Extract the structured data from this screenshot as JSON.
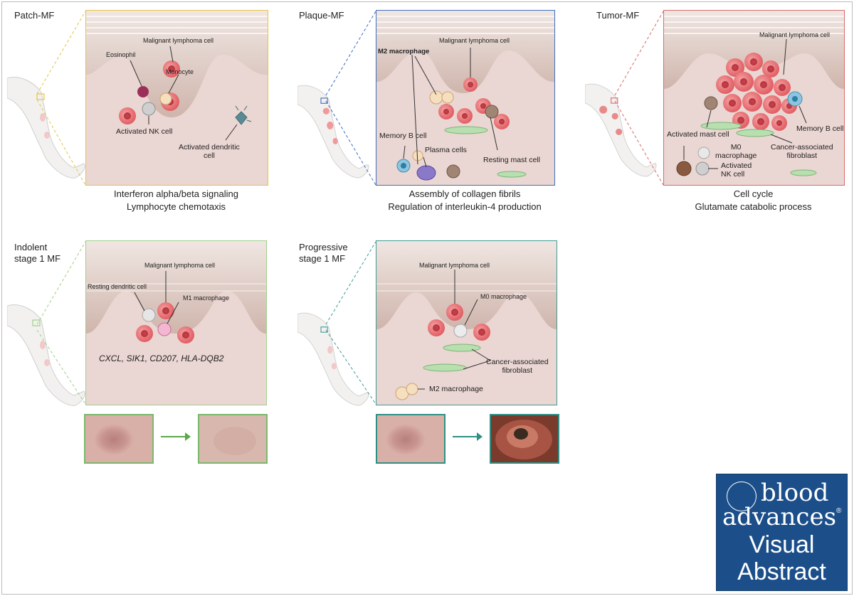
{
  "panels": {
    "patch": {
      "title": "Patch-MF",
      "caption": "Interferon alpha/beta signaling\nLymphocyte chemotaxis",
      "labels": {
        "malignant": "Malignant lymphoma cell",
        "eosinophil": "Eosinophil",
        "monocyte": "Monocyte",
        "nk": "Activated NK cell",
        "dendritic": "Activated dendritic\ncell"
      }
    },
    "plaque": {
      "title": "Plaque-MF",
      "caption": "Assembly of collagen fibrils\nRegulation of interleukin-4 production",
      "labels": {
        "m2": "M2 macrophage",
        "malignant": "Malignant lymphoma cell",
        "memory_b": "Memory B cell",
        "plasma": "Plasma cells",
        "resting_mast": "Resting mast cell"
      }
    },
    "tumor": {
      "title": "Tumor-MF",
      "caption": "Cell cycle\nGlutamate catabolic process",
      "labels": {
        "malignant": "Malignant lymphoma cell",
        "mast": "Activated mast cell",
        "memory_b": "Memory B cell",
        "caf": "Cancer-associated\nfibroblast",
        "m0": "M0\nmacrophage",
        "nk": "Activated\nNK cell"
      }
    },
    "indolent": {
      "title": "Indolent\nstage 1 MF",
      "genes": "CXCL, SIK1, CD207, HLA-DQB2",
      "labels": {
        "malignant": "Malignant lymphoma cell",
        "resting_dc": "Resting dendritic cell",
        "m1": "M1 macrophage"
      }
    },
    "progressive": {
      "title": "Progressive\nstage 1 MF",
      "labels": {
        "malignant": "Malignant lymphoma cell",
        "m0": "M0 macrophage",
        "caf": "Cancer-associated\nfibroblast",
        "m2": "M2 macrophage"
      }
    }
  },
  "logo": {
    "line1": "blood",
    "line2": "advances",
    "line3": "Visual",
    "line4": "Abstract",
    "registered": "®"
  },
  "colors": {
    "patch_border": "#e3c54a",
    "plaque_border": "#3f6fbf",
    "tumor_border": "#d86b6b",
    "indolent_border": "#9fd08a",
    "progressive_border": "#3f9b95",
    "logo_bg": "#1c4f8a"
  }
}
